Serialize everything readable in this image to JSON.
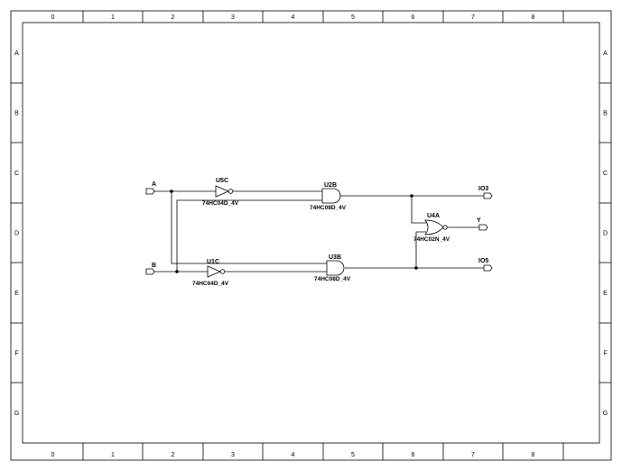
{
  "frame": {
    "columns": [
      "0",
      "1",
      "2",
      "3",
      "4",
      "5",
      "6",
      "7",
      "8"
    ],
    "rows": [
      "A",
      "B",
      "C",
      "D",
      "E",
      "F",
      "G"
    ]
  },
  "inputs": {
    "a": "A",
    "b": "B"
  },
  "outputs": {
    "io3": "IO3",
    "y": "Y",
    "io5": "IO5"
  },
  "components": {
    "u5c": {
      "ref": "U5C",
      "part": "74HC04D_4V"
    },
    "u1c": {
      "ref": "U1C",
      "part": "74HC04D_4V"
    },
    "u2b": {
      "ref": "U2B",
      "part": "74HC08D_4V"
    },
    "u3b": {
      "ref": "U3B",
      "part": "74HC08D_4V"
    },
    "u4a": {
      "ref": "U4A",
      "part": "74HC02N_4V"
    }
  }
}
